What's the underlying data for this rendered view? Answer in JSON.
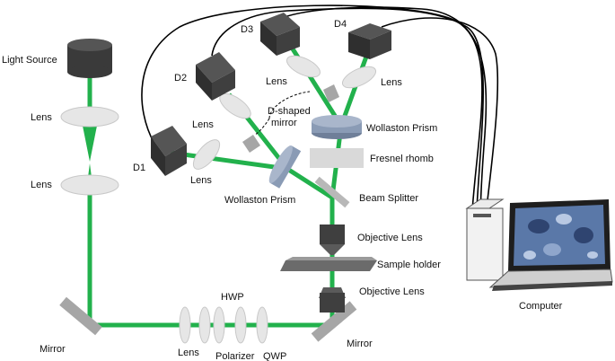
{
  "labels": {
    "light_source": "Light Source",
    "lens_top": "Lens",
    "lens_mid": "Lens",
    "lens_d1": "Lens",
    "lens_d2": "Lens",
    "lens_d3": "Lens",
    "lens_d4": "Lens",
    "lens_bottom": "Lens",
    "d1": "D1",
    "d2": "D2",
    "d3": "D3",
    "d4": "D4",
    "d_shaped_mirror_line1": "D-shaped",
    "d_shaped_mirror_line2": "mirror",
    "wollaston_top": "Wollaston Prism",
    "wollaston_left": "Wollaston Prism",
    "fresnel_rhomb": "Fresnel rhomb",
    "beam_splitter": "Beam Splitter",
    "objective_top": "Objective Lens",
    "sample_holder": "Sample holder",
    "objective_bottom": "Objective Lens",
    "hwp": "HWP",
    "polarizer": "Polarizer",
    "qwp": "QWP",
    "mirror_left": "Mirror",
    "mirror_right": "Mirror",
    "computer": "Computer"
  },
  "colors": {
    "beam": "#22b14c",
    "detector": "#3f3f3f",
    "lens": "#e6e6e6",
    "prism": "#8a9bb5",
    "mirror": "#a6a6a6",
    "screen": "#5a78a8"
  }
}
